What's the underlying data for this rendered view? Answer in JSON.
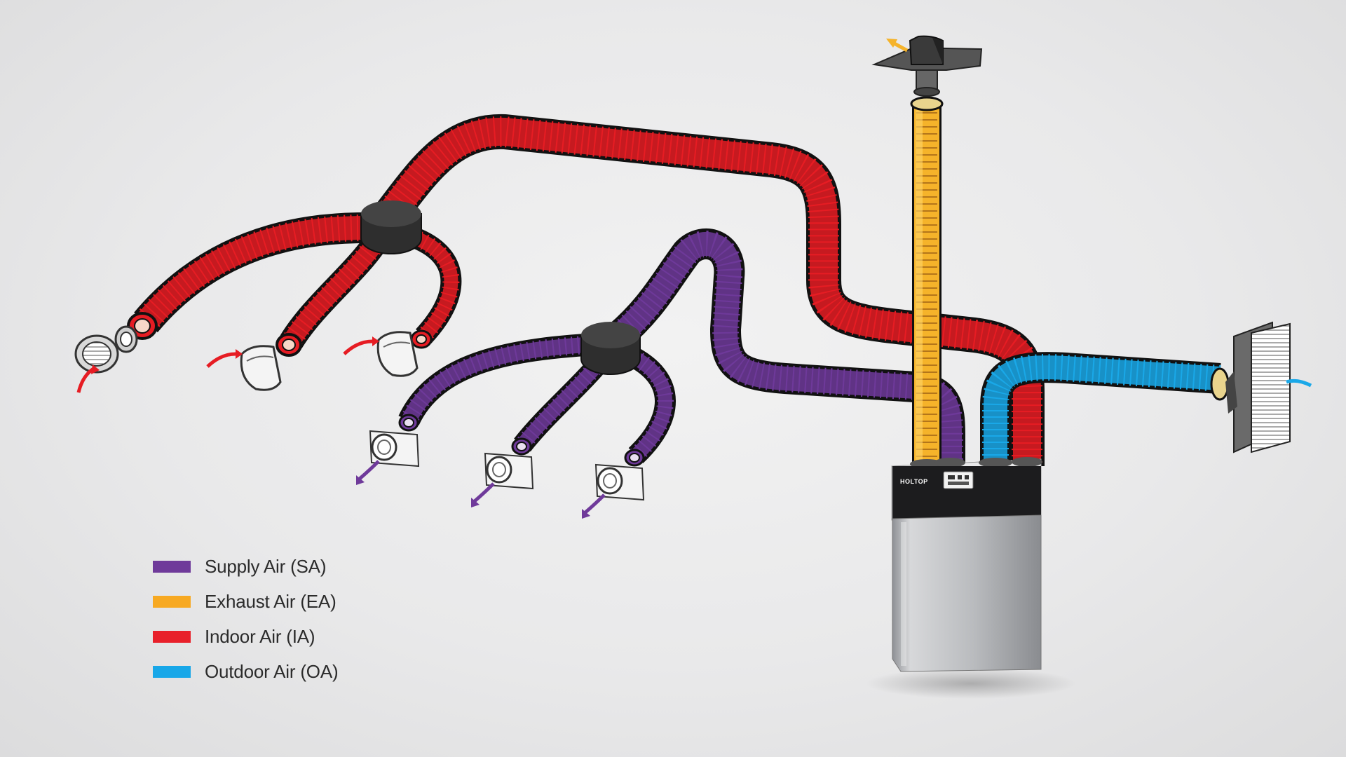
{
  "legend": [
    {
      "label": "Supply Air (SA)",
      "color": "#6f3a9a"
    },
    {
      "label": "Exhaust Air (EA)",
      "color": "#f7a922"
    },
    {
      "label": "Indoor Air (IA)",
      "color": "#e8202a"
    },
    {
      "label": "Outdoor Air (OA)",
      "color": "#18a7e8"
    }
  ],
  "unit": {
    "brand": "HOLTOP"
  },
  "colors": {
    "supply": "#6f3a9a",
    "exhaust": "#f5b32a",
    "indoor": "#e61c23",
    "outdoor": "#1aa8e8",
    "hub": "#333333"
  }
}
